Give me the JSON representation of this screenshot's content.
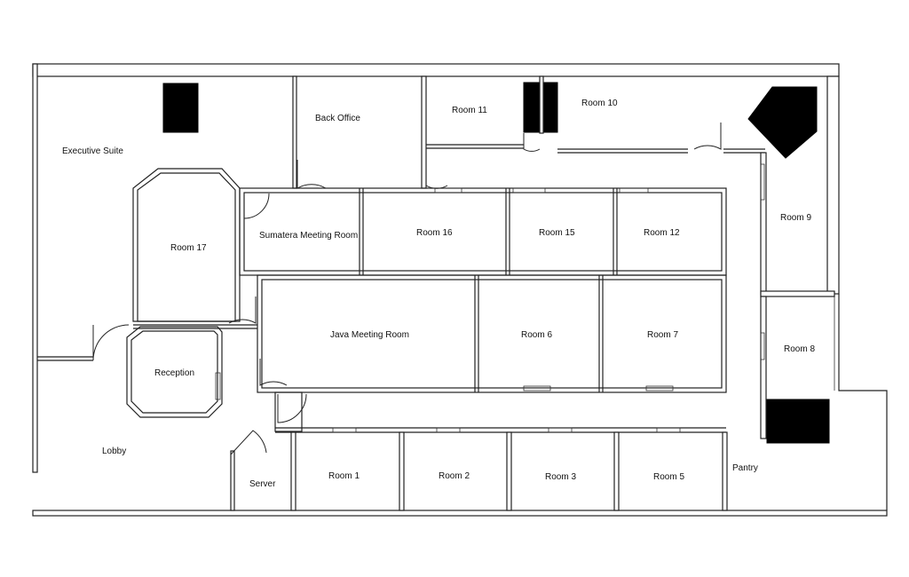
{
  "rooms": {
    "executive_suite": "Executive Suite",
    "back_office": "Back Office",
    "room_11": "Room 11",
    "room_10": "Room 10",
    "room_9": "Room 9",
    "room_8": "Room 8",
    "room_17": "Room 17",
    "sumatera": "Sumatera Meeting Room",
    "room_16": "Room 16",
    "room_15": "Room 15",
    "room_12": "Room 12",
    "java": "Java Meeting Room",
    "room_6": "Room 6",
    "room_7": "Room 7",
    "reception": "Reception",
    "lobby": "Lobby",
    "server": "Server",
    "room_1": "Room 1",
    "room_2": "Room 2",
    "room_3": "Room 3",
    "room_5": "Room 5",
    "pantry": "Pantry"
  }
}
